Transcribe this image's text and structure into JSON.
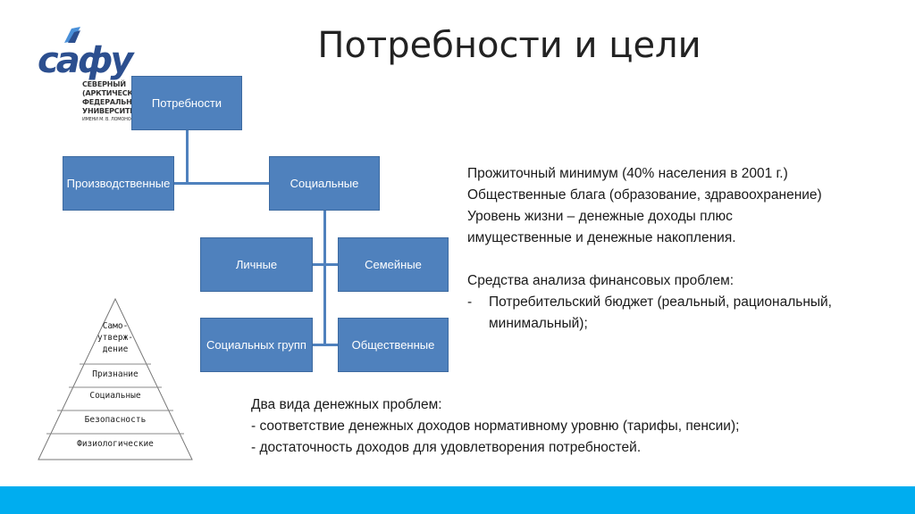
{
  "slide": {
    "title": "Потребности и цели"
  },
  "logo": {
    "word": "сафу",
    "lines": [
      "Северный",
      "(Арктический)",
      "федеральный",
      "университет"
    ],
    "sub": "имени М. В. Ломоносова"
  },
  "diagram": {
    "root": "Потребности",
    "production": "Производственные",
    "social": "Социальные",
    "personal": "Личные",
    "family": "Семейные",
    "social_groups": "Социальных групп",
    "public": "Общественные"
  },
  "right_text": {
    "lines": [
      "Прожиточный минимум (40% населения в 2001 г.)",
      "Общественные блага (образование, здравоохранение)",
      "Уровень жизни – денежные доходы плюс",
      "имущественные и денежные накопления."
    ],
    "analysis_heading": "Средства анализа финансовых проблем:",
    "bullet_dash": "-",
    "bullet_lines": [
      "Потребительский бюджет (реальный, рациональный,",
      "минимальный);"
    ]
  },
  "bottom_text": {
    "lines": [
      "Два вида денежных проблем:",
      "- соответствие денежных доходов нормативному уровню (тарифы, пенсии);",
      "- достаточность доходов для удовлетворения потребностей."
    ]
  },
  "pyramid": {
    "levels": [
      "Само-",
      "утверж-",
      "дение",
      "Признание",
      "Социальные",
      "Безопасность",
      "Физиологические"
    ]
  },
  "colors": {
    "box": "#4f81bd",
    "bottom_bar": "#00adef",
    "logo": "#2c4f8f"
  }
}
